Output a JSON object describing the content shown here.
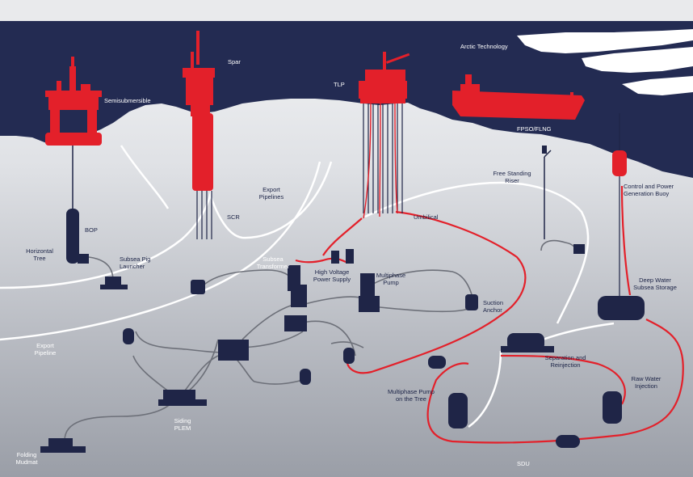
{
  "colors": {
    "ocean": "#232b52",
    "red": "#e3202a",
    "equipment": "#1f2547",
    "pipe_white": "#ffffff",
    "pipe_grey": "#6d7079",
    "seafloor_light": "#eeeff1",
    "seafloor_dark": "#9fa3ab"
  },
  "labels": {
    "semisubmersible": "Semisubmersible",
    "spar": "Spar",
    "tlp": "TLP",
    "arctic_technology": "Arctic Technology",
    "fpso_flng": "FPSO/FLNG",
    "free_standing_riser_l1": "Free Standing",
    "free_standing_riser_l2": "Riser",
    "control_buoy_l1": "Control and Power",
    "control_buoy_l2": "Generation Buoy",
    "export_pipelines_l1": "Export",
    "export_pipelines_l2": "Pipelines",
    "scr": "SCR",
    "umbilical": "Umbilical",
    "bop": "BOP",
    "horizontal_tree_l1": "Horizontal",
    "horizontal_tree_l2": "Tree",
    "subsea_pig_launcher_l1": "Subsea Pig",
    "subsea_pig_launcher_l2": "Launcher",
    "subsea_transformer_l1": "Subsea",
    "subsea_transformer_l2": "Transformer",
    "hv_power_supply_l1": "High Voltage",
    "hv_power_supply_l2": "Power Supply",
    "multiphase_pump_l1": "Multiphase",
    "multiphase_pump_l2": "Pump",
    "suction_anchor_l1": "Suction",
    "suction_anchor_l2": "Anchor",
    "deep_water_storage_l1": "Deep Water",
    "deep_water_storage_l2": "Subsea Storage",
    "export_pipeline_l1": "Export",
    "export_pipeline_l2": "Pipeline",
    "separation_l1": "Separation and",
    "separation_l2": "Reinjection",
    "raw_water_l1": "Raw Water",
    "raw_water_l2": "Injection",
    "multiphase_tree_l1": "Multiphase Pump",
    "multiphase_tree_l2": "on the Tree",
    "siding_plem_l1": "Siding",
    "siding_plem_l2": "PLEM",
    "folding_mudmat_l1": "Folding",
    "folding_mudmat_l2": "Mudmat",
    "sdu": "SDU"
  }
}
